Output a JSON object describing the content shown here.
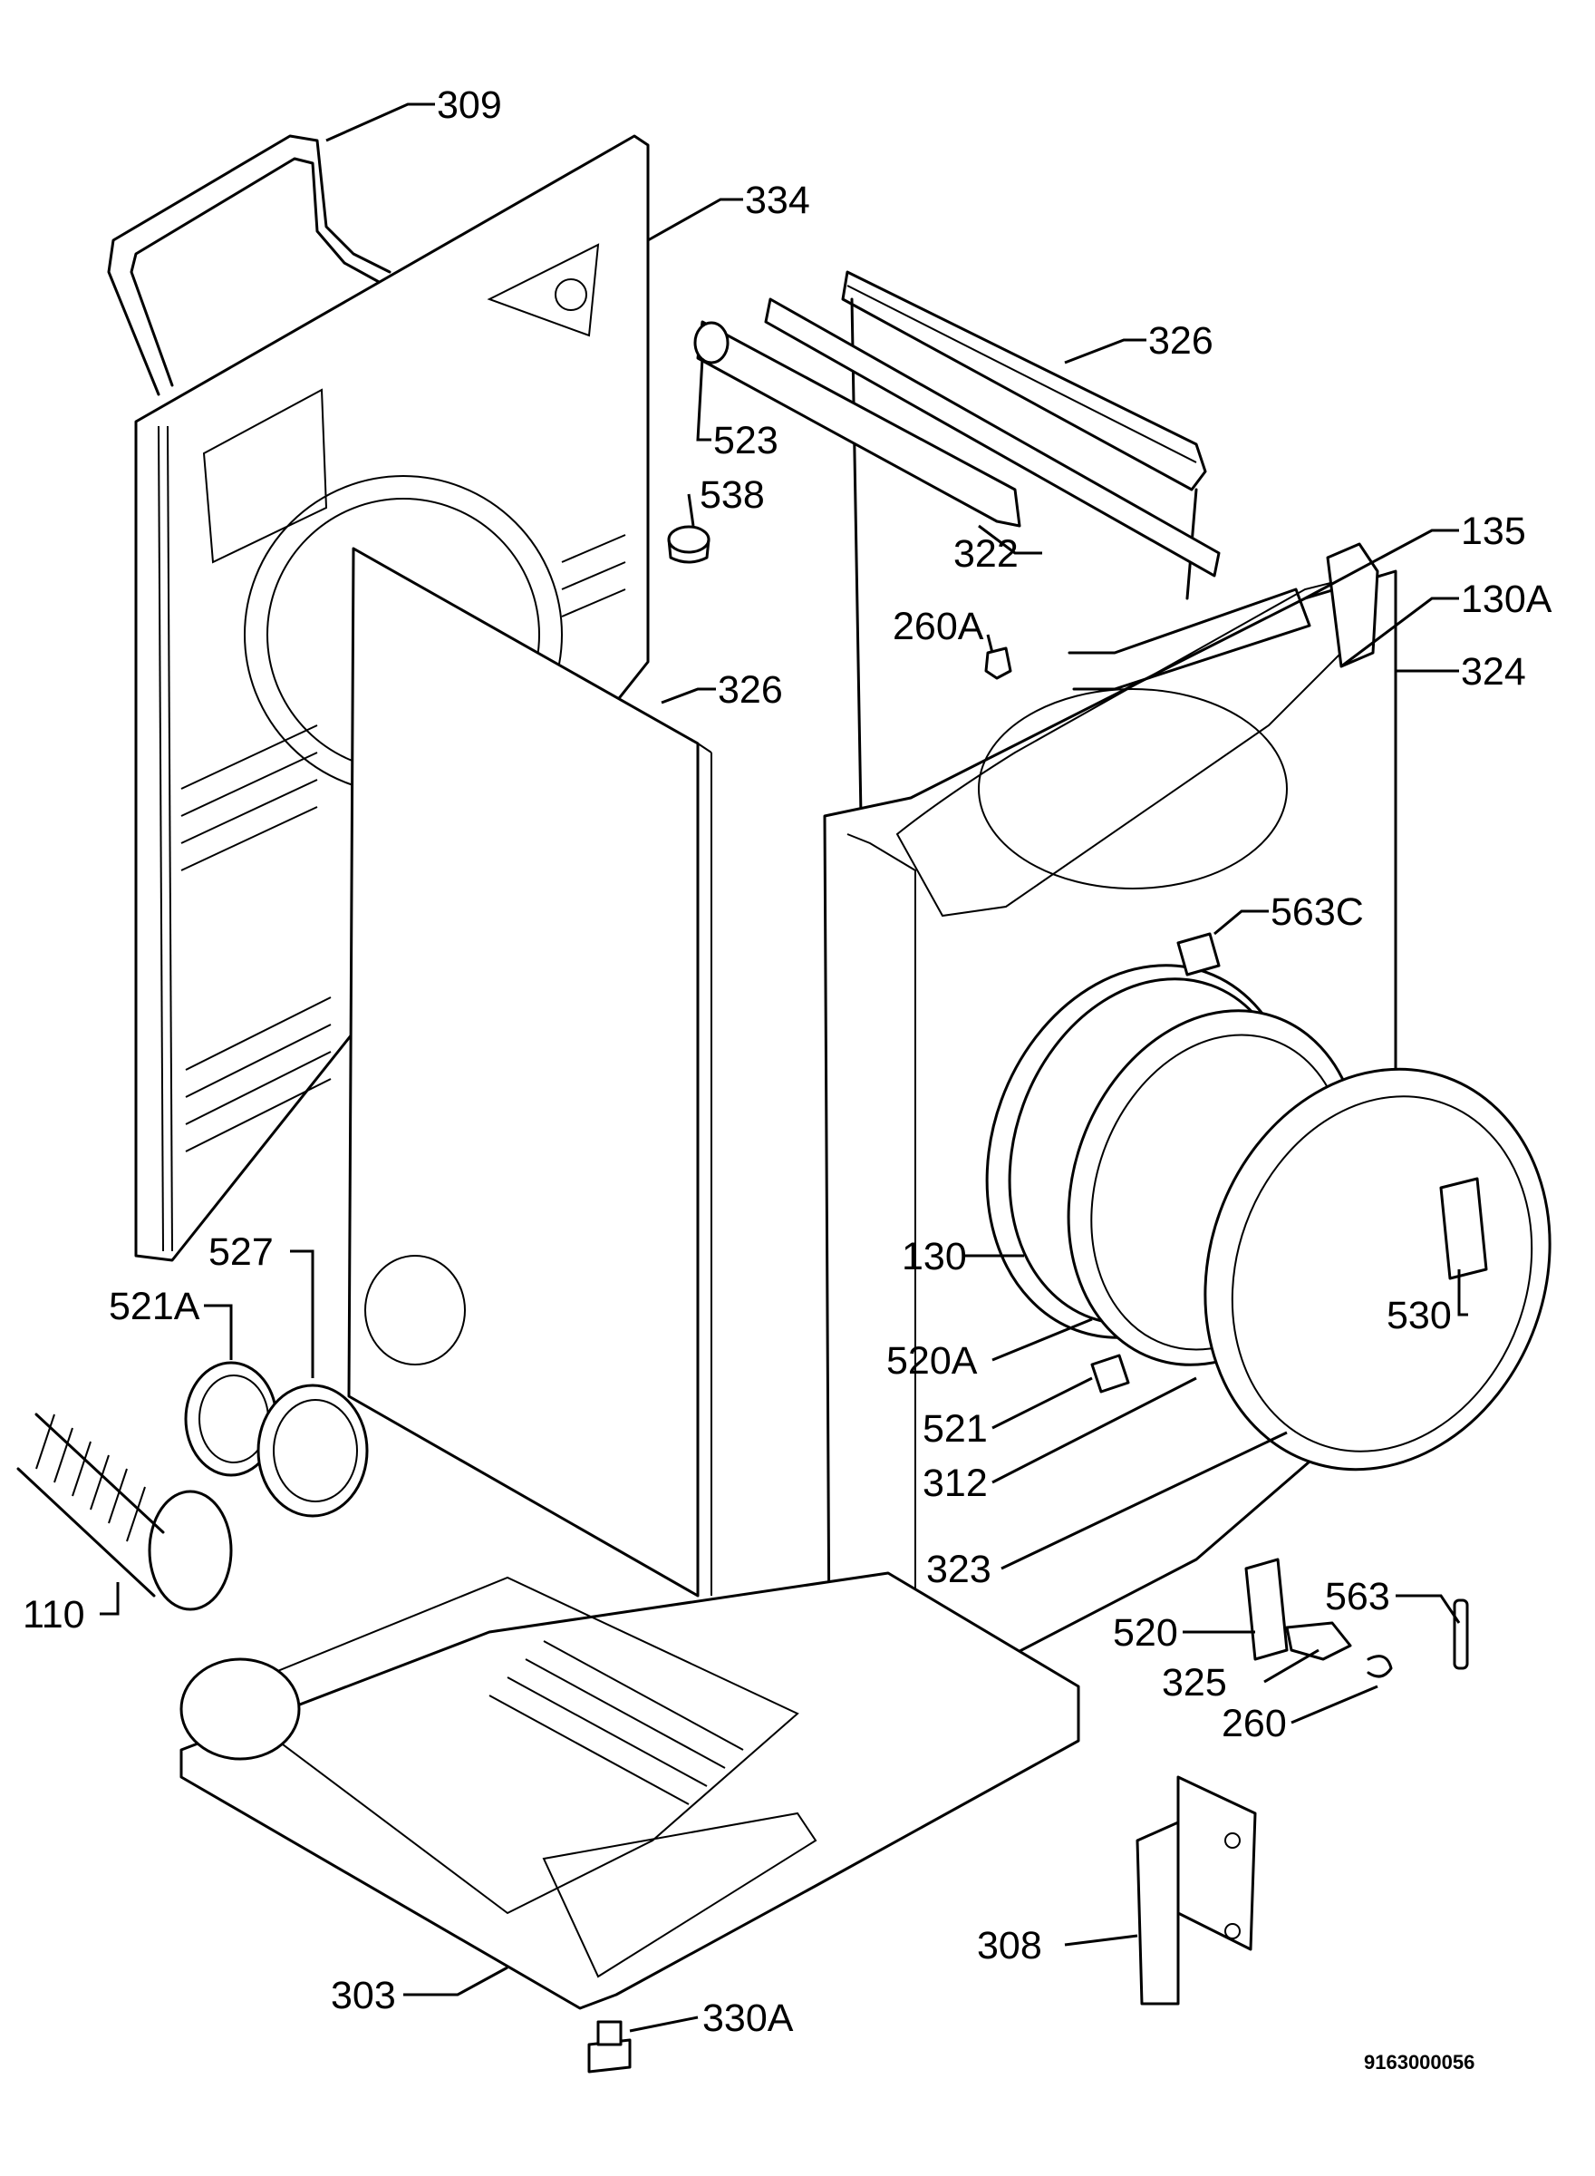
{
  "labels": [
    {
      "id": "309",
      "text": "309"
    },
    {
      "id": "334",
      "text": "334"
    },
    {
      "id": "326_top",
      "text": "326"
    },
    {
      "id": "523",
      "text": "523"
    },
    {
      "id": "538",
      "text": "538"
    },
    {
      "id": "322",
      "text": "322"
    },
    {
      "id": "135",
      "text": "135"
    },
    {
      "id": "130A",
      "text": "130A"
    },
    {
      "id": "324",
      "text": "324"
    },
    {
      "id": "260A",
      "text": "260A"
    },
    {
      "id": "326_side",
      "text": "326"
    },
    {
      "id": "563C",
      "text": "563C"
    },
    {
      "id": "130",
      "text": "130"
    },
    {
      "id": "530",
      "text": "530"
    },
    {
      "id": "527",
      "text": "527"
    },
    {
      "id": "521A",
      "text": "521A"
    },
    {
      "id": "520A",
      "text": "520A"
    },
    {
      "id": "521",
      "text": "521"
    },
    {
      "id": "312",
      "text": "312"
    },
    {
      "id": "110",
      "text": "110"
    },
    {
      "id": "323",
      "text": "323"
    },
    {
      "id": "563",
      "text": "563"
    },
    {
      "id": "520",
      "text": "520"
    },
    {
      "id": "325",
      "text": "325"
    },
    {
      "id": "260",
      "text": "260"
    },
    {
      "id": "308",
      "text": "308"
    },
    {
      "id": "303",
      "text": "303"
    },
    {
      "id": "330A",
      "text": "330A"
    }
  ],
  "document_number": "9163000056"
}
